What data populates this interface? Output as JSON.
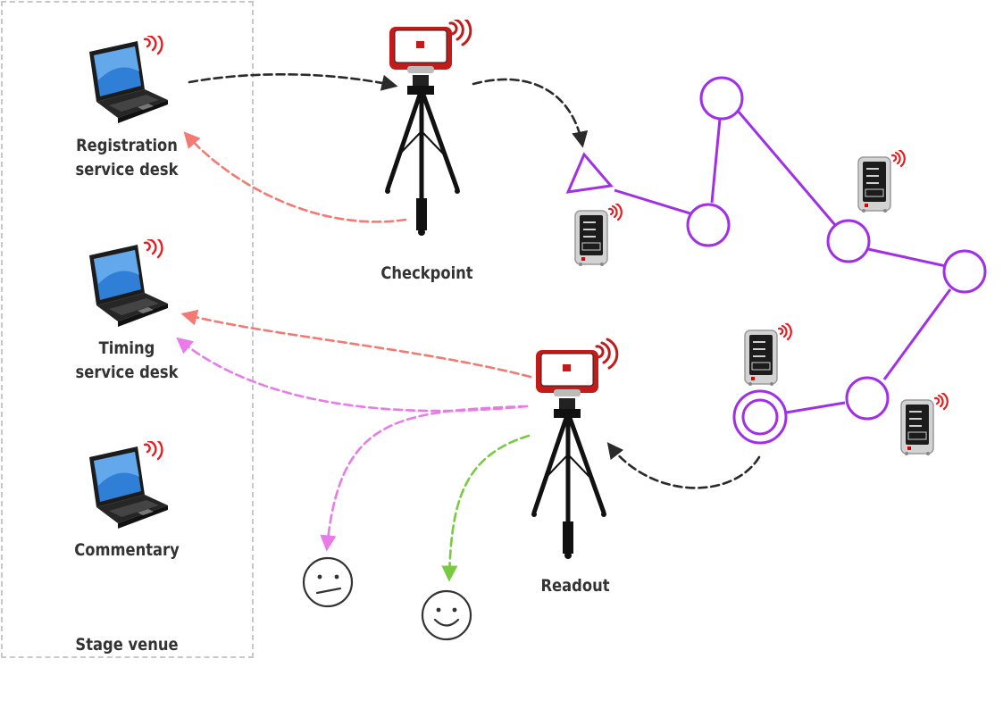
{
  "venue": {
    "label": "Stage venue",
    "stations": [
      {
        "line1": "Registration",
        "line2": "service desk",
        "icon": "laptop-wireless-icon"
      },
      {
        "line1": "Timing",
        "line2": "service desk",
        "icon": "laptop-wireless-icon"
      },
      {
        "line1": "Commentary",
        "line2": "",
        "icon": "laptop-wireless-icon"
      }
    ]
  },
  "devices": {
    "checkpoint": {
      "label": "Checkpoint",
      "icon": "tripod-tablet-icon"
    },
    "readout": {
      "label": "Readout",
      "icon": "tripod-tablet-icon"
    }
  },
  "course": {
    "start_shape": "triangle",
    "finish_shape": "double-circle",
    "color": "#a030e8"
  },
  "colors": {
    "flow_dark": "#2a2a2a",
    "flow_red": "#f37a72",
    "flow_pink": "#e87be8",
    "flow_green": "#7ac943",
    "box_border": "#c8c8c8"
  },
  "faces": [
    {
      "name": "neutral",
      "icon": "neutral-face-icon"
    },
    {
      "name": "happy",
      "icon": "happy-face-icon"
    }
  ]
}
